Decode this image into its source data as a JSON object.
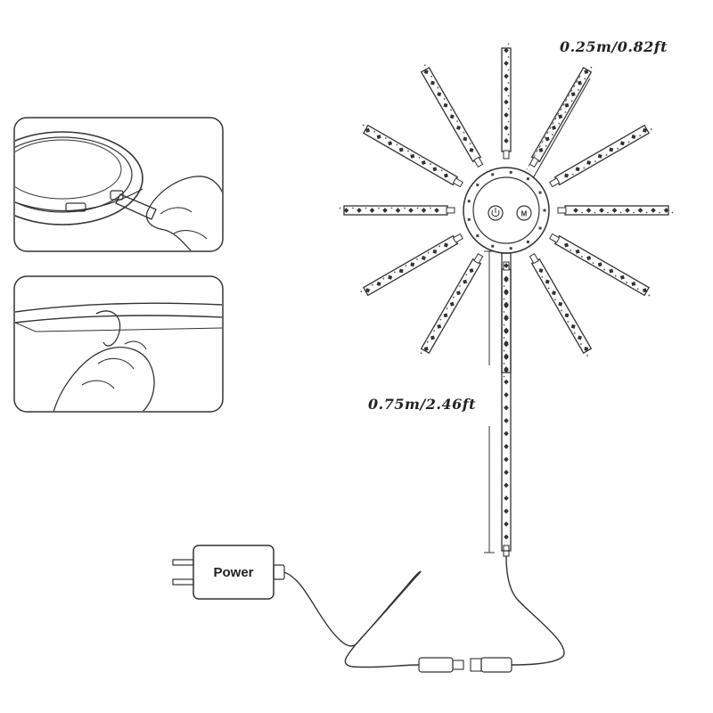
{
  "dimensions": {
    "short_strip": "0.25m/0.82ft",
    "long_strip": "0.75m/2.46ft"
  },
  "power_adapter": {
    "label": "Power"
  },
  "controller": {
    "power_button_icon": "power-icon",
    "mode_button_label": "M"
  },
  "strips": {
    "count": 12,
    "angles_deg": [
      -90,
      -60,
      -30,
      0,
      30,
      60,
      90,
      120,
      150,
      180,
      210,
      240
    ]
  }
}
